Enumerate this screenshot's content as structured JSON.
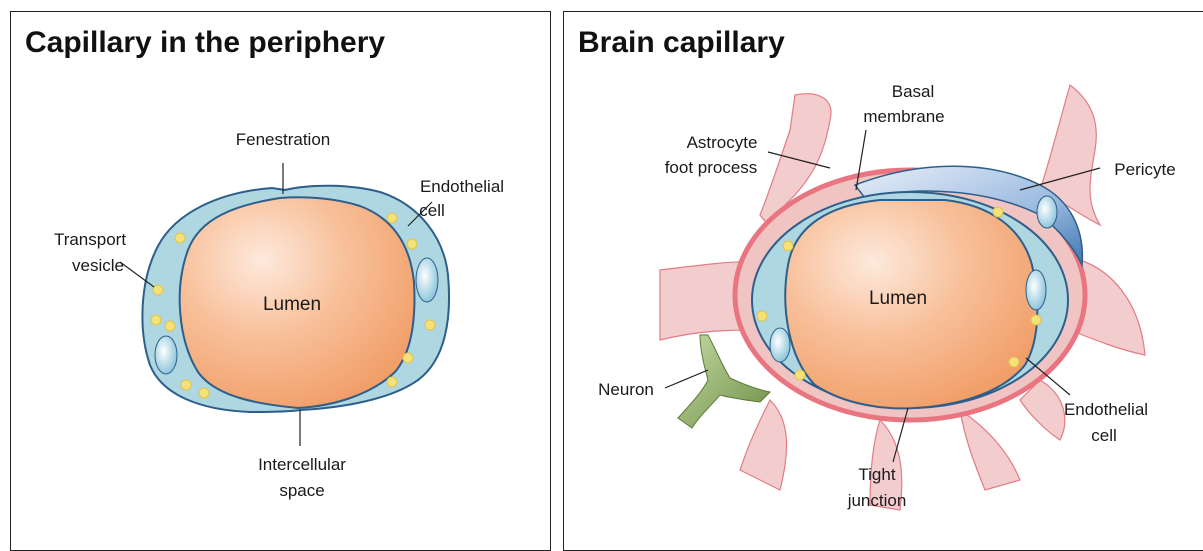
{
  "left_panel": {
    "title": "Capillary in the periphery",
    "labels": {
      "fenestration": "Fenestration",
      "endothelial_1": "Endothelial",
      "endothelial_2": "cell",
      "transport_1": "Transport",
      "transport_2": "vesicle",
      "lumen": "Lumen",
      "intercellular_1": "Intercellular",
      "intercellular_2": "space"
    }
  },
  "right_panel": {
    "title": "Brain capillary",
    "labels": {
      "basal_1": "Basal",
      "basal_2": "membrane",
      "astrocyte_1": "Astrocyte",
      "astrocyte_2": "foot process",
      "pericyte": "Pericyte",
      "lumen": "Lumen",
      "neuron": "Neuron",
      "endothelial_1": "Endothelial",
      "endothelial_2": "cell",
      "tight_1": "Tight",
      "tight_2": "junction"
    }
  },
  "colors": {
    "lumen": "#f4a878",
    "endothelium": "#aed7e2",
    "endothelium_stroke": "#2d5f8a",
    "vesicle": "#f3e27a",
    "astrocyte": "#f1c4c4",
    "astrocyte_stroke": "#e07d85",
    "basal": "#e8757f",
    "pericyte": "#5b8fc4",
    "neuron": "#88a65a"
  }
}
